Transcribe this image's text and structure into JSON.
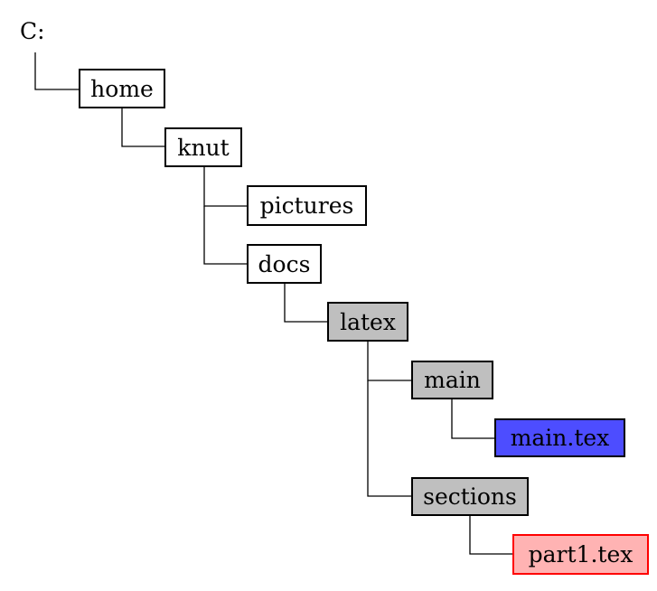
{
  "tree": {
    "root": "C:",
    "nodes": {
      "home": {
        "label": "home",
        "style": "folder"
      },
      "knut": {
        "label": "knut",
        "style": "folder"
      },
      "pictures": {
        "label": "pictures",
        "style": "folder"
      },
      "docs": {
        "label": "docs",
        "style": "folder"
      },
      "latex": {
        "label": "latex",
        "style": "highlighted-folder"
      },
      "main": {
        "label": "main",
        "style": "highlighted-folder"
      },
      "main_tex": {
        "label": "main.tex",
        "style": "main-file"
      },
      "sections": {
        "label": "sections",
        "style": "highlighted-folder"
      },
      "part1_tex": {
        "label": "part1.tex",
        "style": "part-file"
      }
    }
  },
  "colors": {
    "highlight_fill": "#bfbfbf",
    "main_file_fill": "#4d4dff",
    "part_file_fill": "#ffb3b3",
    "part_file_border": "#ff0000"
  }
}
